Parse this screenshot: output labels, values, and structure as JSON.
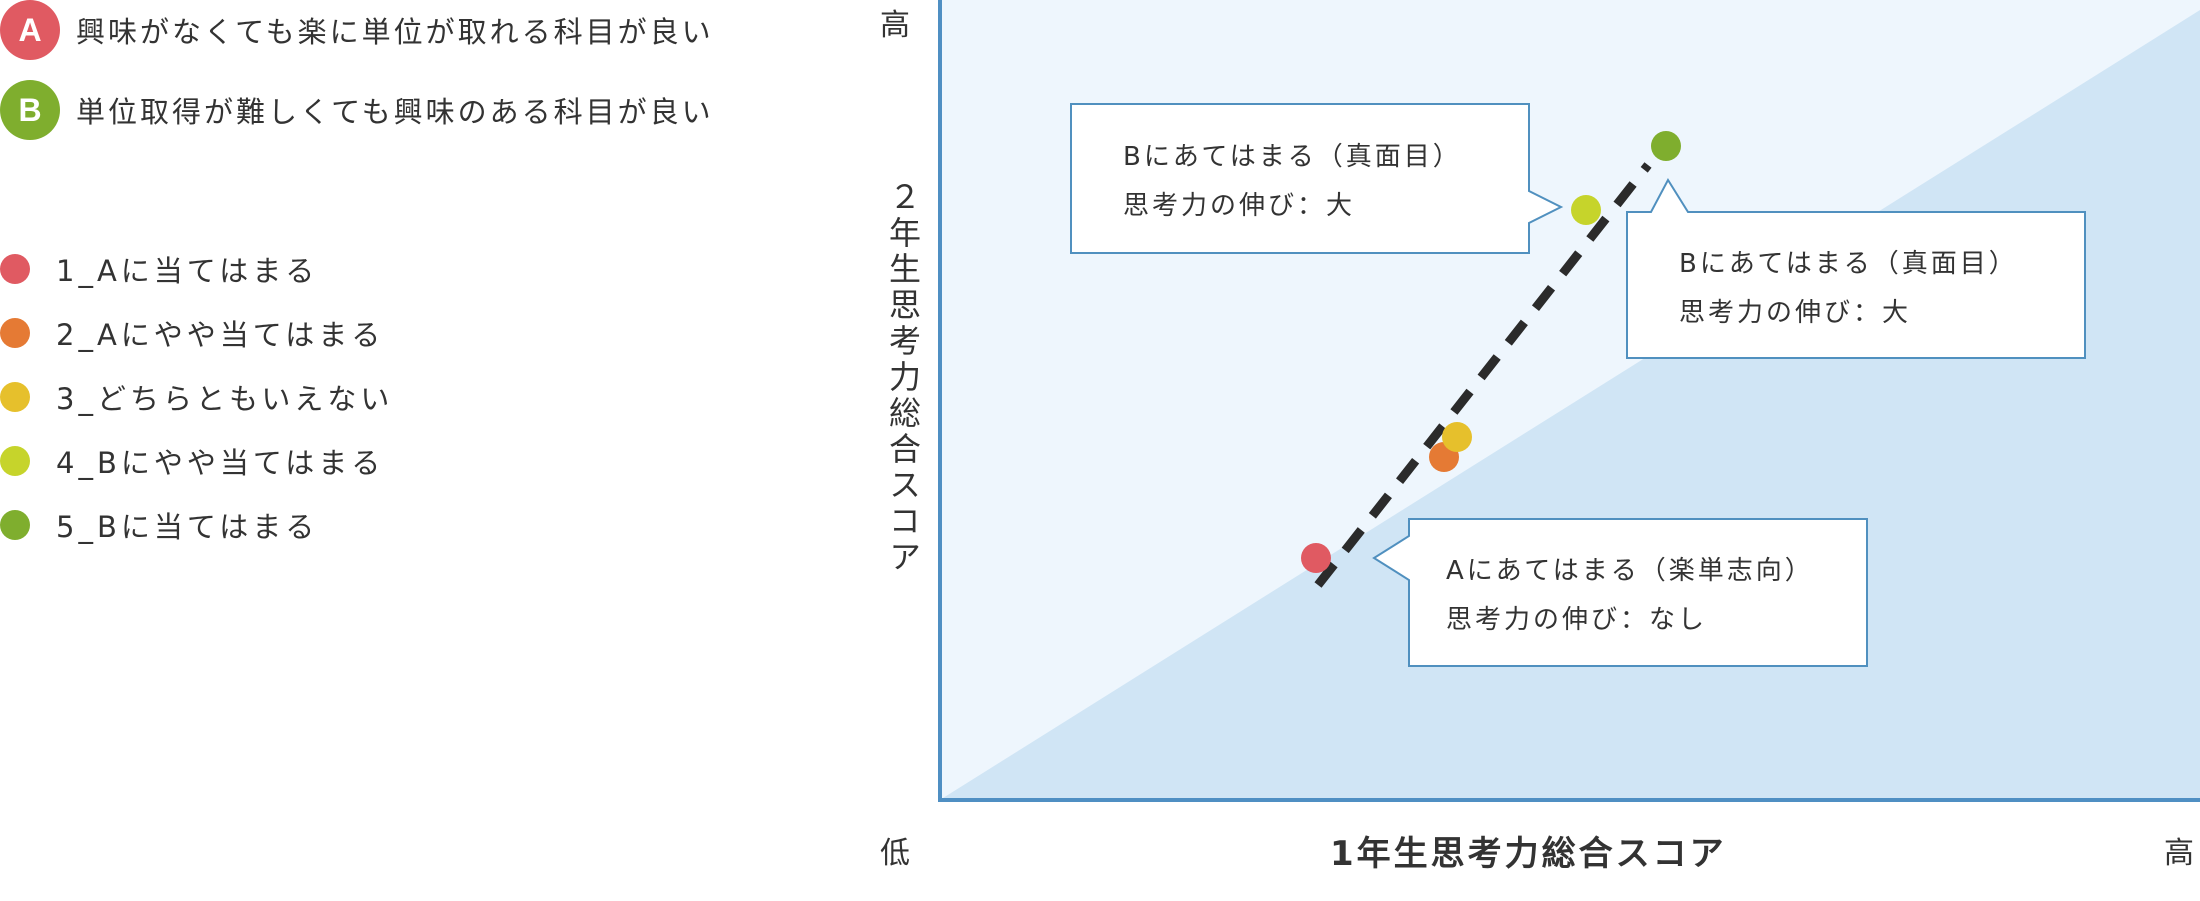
{
  "categories": [
    {
      "letter": "A",
      "color": "#e05a62",
      "text": "興味がなくても楽に単位が取れる科目が良い"
    },
    {
      "letter": "B",
      "color": "#7fae2e",
      "text": "単位取得が難しくても興味のある科目が良い"
    }
  ],
  "legend": [
    {
      "label": "1_Aに当てはまる",
      "color": "#e05a62"
    },
    {
      "label": "2_Aにやや当てはまる",
      "color": "#e57a34"
    },
    {
      "label": "3_どちらともいえない",
      "color": "#e6c02c"
    },
    {
      "label": "4_Bにやや当てはまる",
      "color": "#c6d42b"
    },
    {
      "label": "5_Bに当てはまる",
      "color": "#7fae2e"
    }
  ],
  "axes": {
    "y_title": "２年生思考力総合スコア",
    "x_title": "1年生思考力総合スコア",
    "y_high": "高",
    "origin_low": "低",
    "x_high": "高"
  },
  "callouts": [
    {
      "line1": "Bにあてはまる（真面目）",
      "line2": "思考力の伸び：大"
    },
    {
      "line1": "Bにあてはまる（真面目）",
      "line2": "思考力の伸び：大"
    },
    {
      "line1": "Aにあてはまる（楽単志向）",
      "line2": "思考力の伸び：なし"
    }
  ],
  "colors": {
    "plot_bg_upper": "#eef6fd",
    "plot_bg_lower": "#d0e5f5",
    "axis": "#4f8fc3",
    "callout_border": "#5090bf",
    "trend_line": "#2b2b2b"
  },
  "chart_data": {
    "type": "scatter",
    "title": "",
    "xlabel": "1年生思考力総合スコア",
    "ylabel": "２年生思考力総合スコア",
    "x_range_labels": [
      "低",
      "高"
    ],
    "y_range_labels": [
      "低",
      "高"
    ],
    "grid": false,
    "reference_line": "diagonal y = x (no change)",
    "trend_line": "dashed linear trend through points",
    "legend_position": "left",
    "series": [
      {
        "name": "1_Aに当てはまる",
        "x": 0.3,
        "y": 0.3
      },
      {
        "name": "2_Aにやや当てはまる",
        "x": 0.4,
        "y": 0.43
      },
      {
        "name": "3_どちらともいえない",
        "x": 0.41,
        "y": 0.45
      },
      {
        "name": "4_Bにやや当てはまる",
        "x": 0.52,
        "y": 0.74
      },
      {
        "name": "5_Bに当てはまる",
        "x": 0.58,
        "y": 0.82
      }
    ],
    "annotations": [
      "Bにあてはまる（真面目） 思考力の伸び：大",
      "Bにあてはまる（真面目） 思考力の伸び：大",
      "Aにあてはまる（楽単志向） 思考力の伸び：なし"
    ]
  }
}
